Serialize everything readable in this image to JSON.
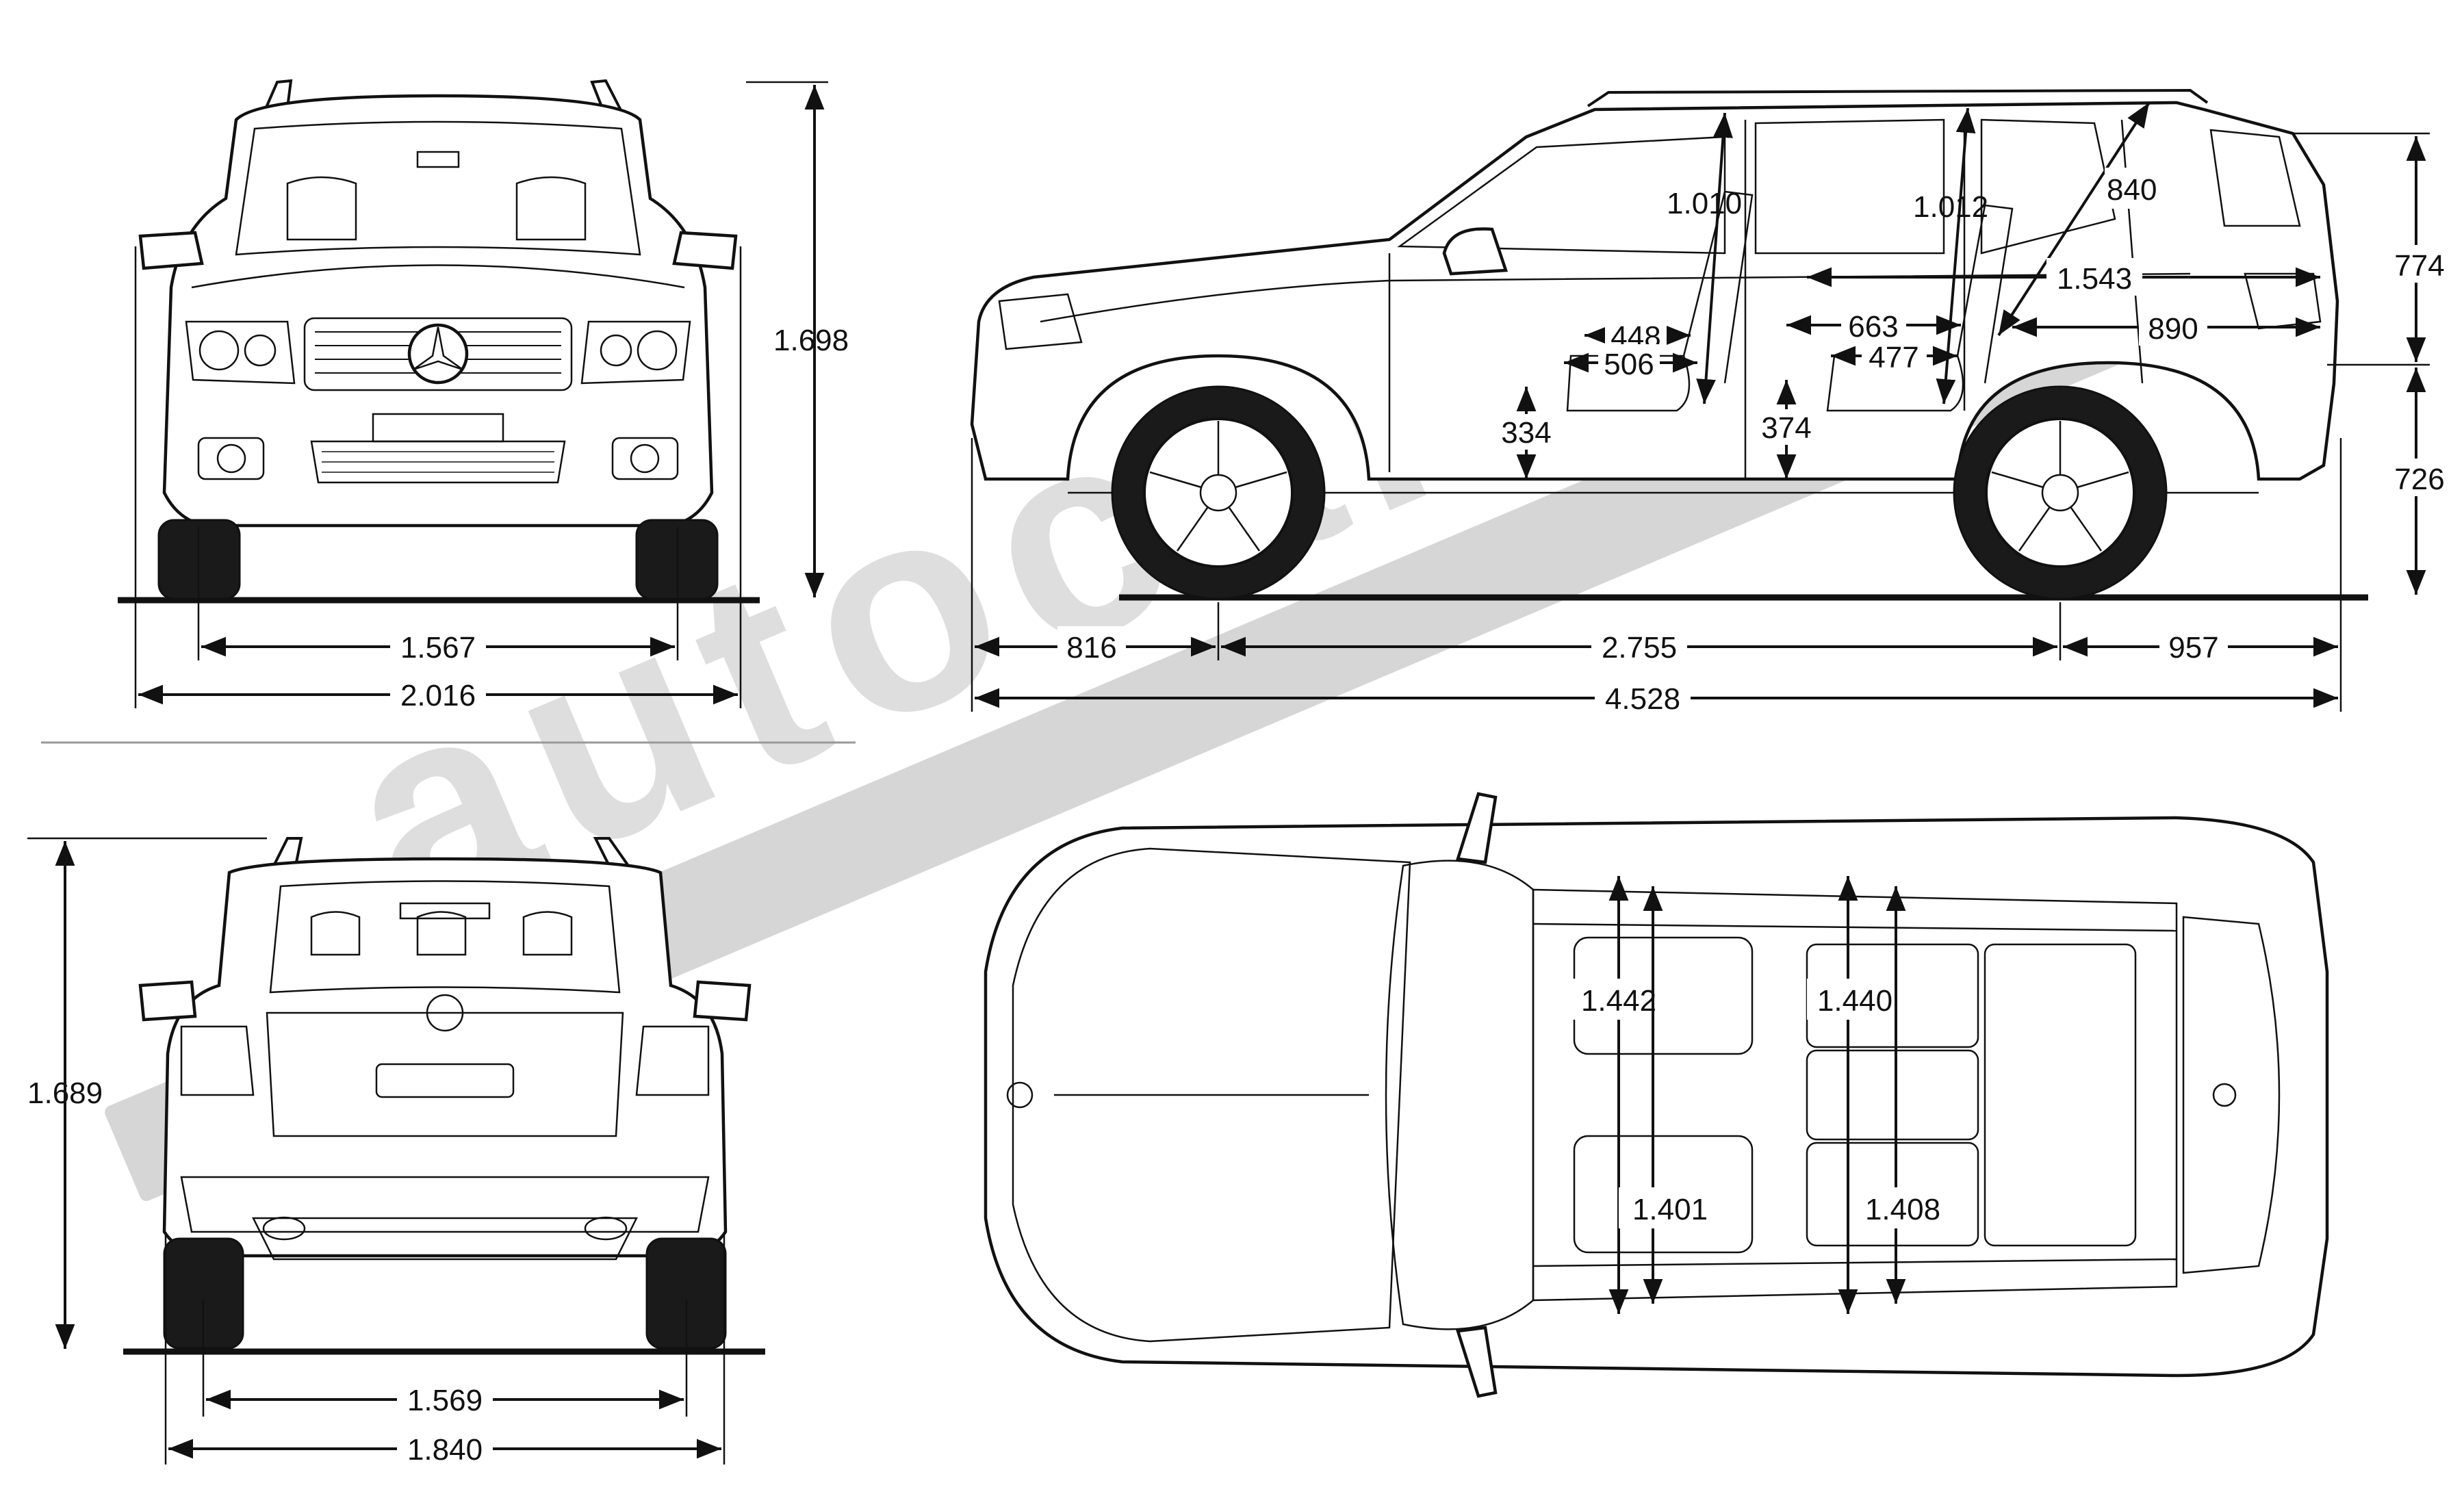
{
  "watermark": "autocar.ru",
  "colors": {
    "ink": "#111111",
    "watermark": "#d6d6d6",
    "background": "#ffffff"
  },
  "front_view": {
    "height": "1.698",
    "track": "1.567",
    "width_mirrors": "2.016"
  },
  "rear_view": {
    "height": "1.689",
    "track": "1.569",
    "width": "1.840"
  },
  "side_view": {
    "headroom_front": "1.010",
    "headroom_rear": "1.012",
    "cargo_height": "840",
    "cargo_length": "1.543",
    "cargo_length_floor": "890",
    "rear_upper_height": "774",
    "rear_lower_height": "726",
    "front_seat_depth": "448",
    "front_legroom": "506",
    "rear_seat_depth": "663",
    "rear_legroom": "477",
    "front_seat_height": "334",
    "rear_seat_height": "374",
    "front_overhang": "816",
    "wheelbase": "2.755",
    "rear_overhang": "957",
    "length": "4.528"
  },
  "top_view": {
    "shoulder_front": "1.442",
    "shoulder_rear": "1.440",
    "hip_front": "1.401",
    "hip_rear": "1.408"
  }
}
